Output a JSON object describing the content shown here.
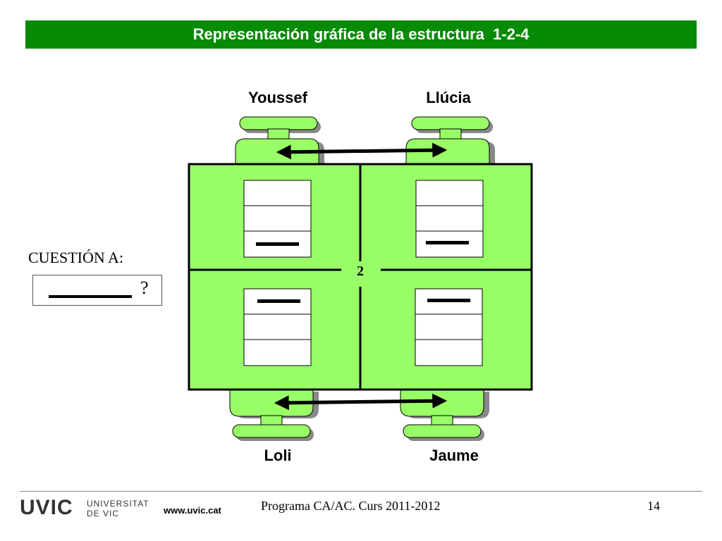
{
  "title": "Representación gráfica de la estructura  1-2-4",
  "people": {
    "top_left": "Youssef",
    "top_right": "Llúcia",
    "bottom_left": "Loli",
    "bottom_right": "Jaume"
  },
  "table_label": "2",
  "question": {
    "label": "CUESTIÓN A:",
    "mark": "?"
  },
  "footer": {
    "logo_main": "UVIC",
    "logo_line1": "UNIVERSITAT",
    "logo_line2": "DE VIC",
    "url": "www.uvic.cat",
    "program": "Programa CA/AC. Curs 2011-2012",
    "page": "14"
  },
  "colors": {
    "title_bg": "#078b07",
    "table_fill": "#99ff66",
    "chair_fill": "#99ff66"
  }
}
